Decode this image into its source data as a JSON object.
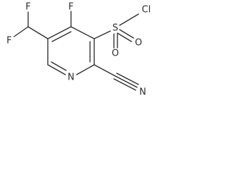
{
  "atoms": {
    "f_left": "F",
    "f_upper": "F",
    "f_ring": "F",
    "s": "S",
    "cl": "Cl",
    "o_right": "O",
    "o_lower": "O",
    "n_ring": "N",
    "n_nitrile": "N"
  }
}
